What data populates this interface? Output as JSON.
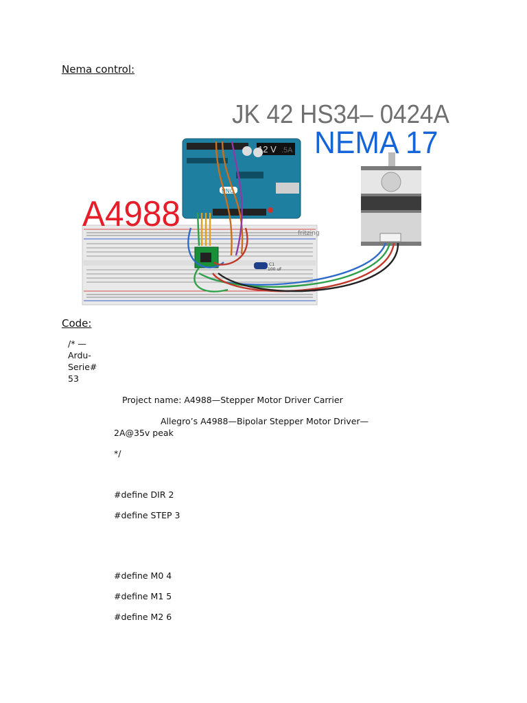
{
  "doc": {
    "heading_control": "Nema control:",
    "heading_code": "Code:"
  },
  "figure": {
    "motor_model": "JK 42 HS34– 0424A",
    "motor_type": "NEMA 17",
    "driver": "A4988",
    "power_label": "12 V",
    "current_label": ".5A",
    "breadboard_brand": "fritzing",
    "board_logo": "UNO",
    "capacitor_label": "C1",
    "capacitor_value": "100 uF"
  },
  "code": {
    "header_lines": [
      "/* —",
      "Ardu-",
      "Serie#",
      "53"
    ],
    "project": "Project name: A4988—Stepper Motor Driver Carrier",
    "allegro_line1": "Allegro’s A4988—Bipolar Stepper Motor Driver—",
    "allegro_line2": "2A@35v peak",
    "close": "*/",
    "define_dir": "#define DIR 2",
    "define_step": "#define STEP 3",
    "define_m0": "#define M0 4",
    "define_m1": "#define M1 5",
    "define_m2": "#define M2 6"
  },
  "colors": {
    "nema_blue": "#1565d8",
    "driver_red": "#e61e2a",
    "arduino_teal": "#1f7fa0",
    "driver_green": "#1a8f3a"
  }
}
